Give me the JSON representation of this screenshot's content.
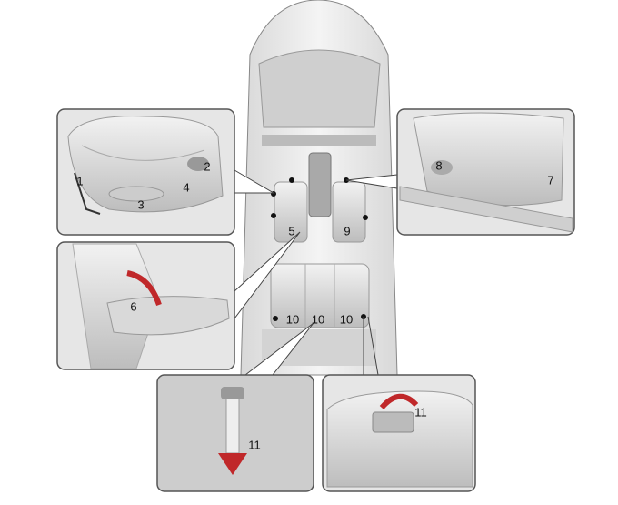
{
  "callouts": {
    "c1": "1",
    "c2": "2",
    "c3": "3",
    "c4": "4",
    "c5": "5",
    "c6": "6",
    "c7": "7",
    "c8": "8",
    "c9": "9",
    "c10a": "10",
    "c10b": "10",
    "c10c": "10",
    "c11a": "11",
    "c11b": "11"
  },
  "colors": {
    "arrow": "#c0282a",
    "panel": "#e4e4e4",
    "border": "#555555"
  }
}
